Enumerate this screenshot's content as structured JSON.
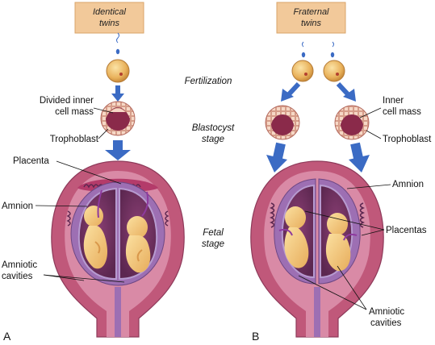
{
  "panel_a": {
    "header_line1": "Identical",
    "header_line2": "twins",
    "divided_line1": "Divided inner",
    "divided_line2": "cell mass",
    "trophoblast": "Trophoblast",
    "placenta": "Placenta",
    "amnion": "Amnion",
    "amniotic_line1": "Amniotic",
    "amniotic_line2": "cavities",
    "panel_letter": "A"
  },
  "stages": {
    "fertilization": "Fertilization",
    "blastocyst_line1": "Blastocyst",
    "blastocyst_line2": "stage",
    "fetal_line1": "Fetal",
    "fetal_line2": "stage"
  },
  "panel_b": {
    "header_line1": "Fraternal",
    "header_line2": "twins",
    "inner_line1": "Inner",
    "inner_line2": "cell mass",
    "trophoblast": "Trophoblast",
    "amnion": "Amnion",
    "placentas": "Placentas",
    "amniotic_line1": "Amniotic",
    "amniotic_line2": "cavities",
    "panel_letter": "B"
  },
  "colors": {
    "header_bg": "#f2c99a",
    "uterus_wall": "#c0587a",
    "uterus_lining": "#d98aa6",
    "cavity": "#6b2f5c",
    "amnion_fill": "#9d6fb3",
    "fetus": "#f3c77a",
    "arrow": "#3b6bc4",
    "egg": "#e9b25c",
    "cell": "#f3c9b6"
  }
}
